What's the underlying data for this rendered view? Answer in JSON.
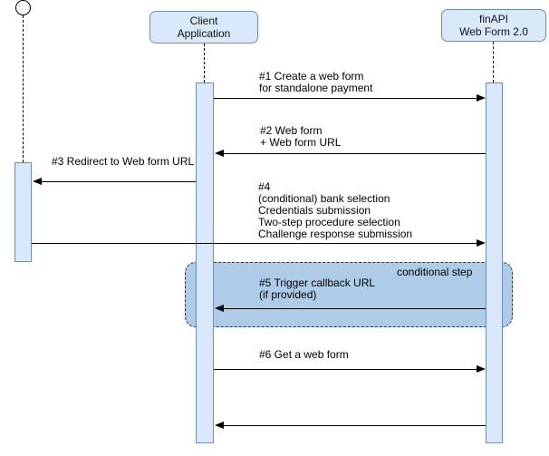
{
  "actors": {
    "client": "Client\nApplication",
    "finapi": "finAPI\nWeb Form 2.0"
  },
  "labels": {
    "m1": "#1 Create a web form\nfor standalone payment",
    "m2": "#2 Web form\n+ Web form URL",
    "m3": "#3 Redirect to Web form URL",
    "m4": "#4\n(conditional) bank selection\nCredentials submission\nTwo-step procedure selection\nChallenge response submission",
    "m5": "#5 Trigger callback URL\n(if provided)",
    "m6": "#6 Get a web form",
    "conditional": "conditional step"
  },
  "colors": {
    "actor_fill": "#dae8fc",
    "actor_stroke": "#6c8ebf",
    "activation_fill": "#dae8fc",
    "conditional_fill": "#aecce7",
    "conditional_stroke": "#22384e",
    "arrow": "#000000",
    "label_bg": "#ffffff",
    "background": "#ffffff"
  }
}
